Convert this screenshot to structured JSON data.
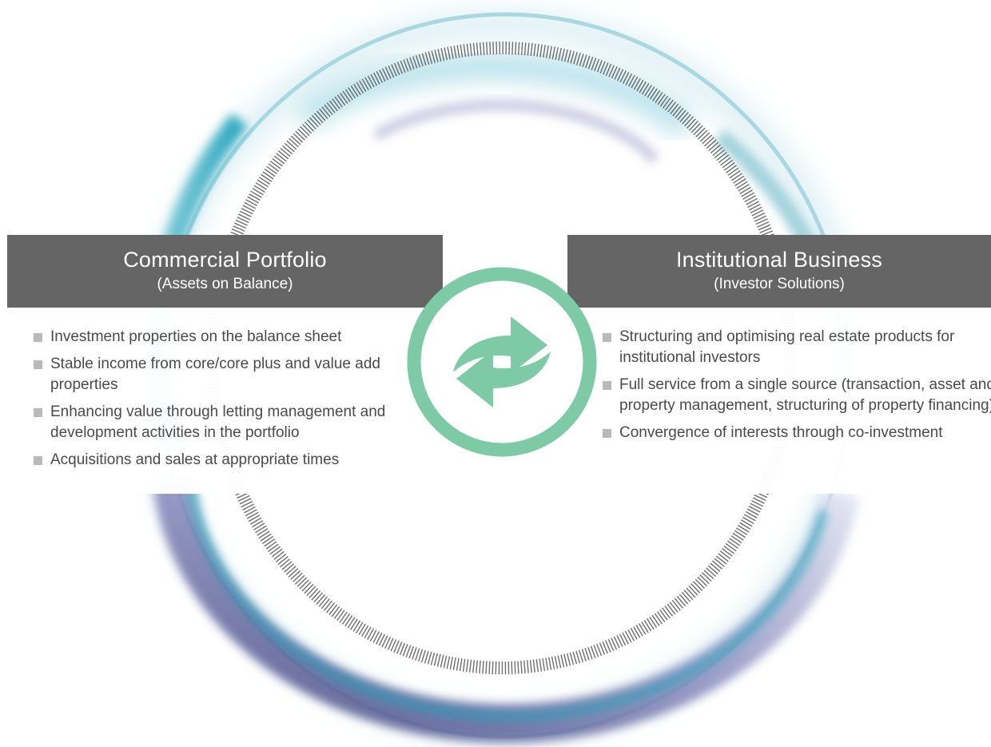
{
  "colors": {
    "header_bg": "#656565",
    "header_text": "#ffffff",
    "body_text": "#4a4a4a",
    "bullet_square": "#b9b9b9",
    "cycle_icon": "#7ecaa6",
    "ring_teal": "#1aa0b8",
    "ring_purple": "#5b5f9c",
    "ring_ticks": "#555555"
  },
  "icons": {
    "center": "cycle-arrows-icon",
    "bullet": "square-bullet-icon"
  },
  "left_panel": {
    "title": "Commercial Portfolio",
    "subtitle": "(Assets on Balance)",
    "bullets": [
      "Investment properties on the balance sheet",
      "Stable income from core/core plus and value add properties",
      "Enhancing value through letting management and development activities in the portfolio",
      "Acquisitions and sales at appropriate times"
    ]
  },
  "right_panel": {
    "title": "Institutional Business",
    "subtitle": "(Investor Solutions)",
    "bullets": [
      "Structuring and optimising real estate products for institutional investors",
      "Full service from a single source (transaction, asset and property management, structuring of property financing)",
      "Convergence of interests through co-investment"
    ]
  }
}
